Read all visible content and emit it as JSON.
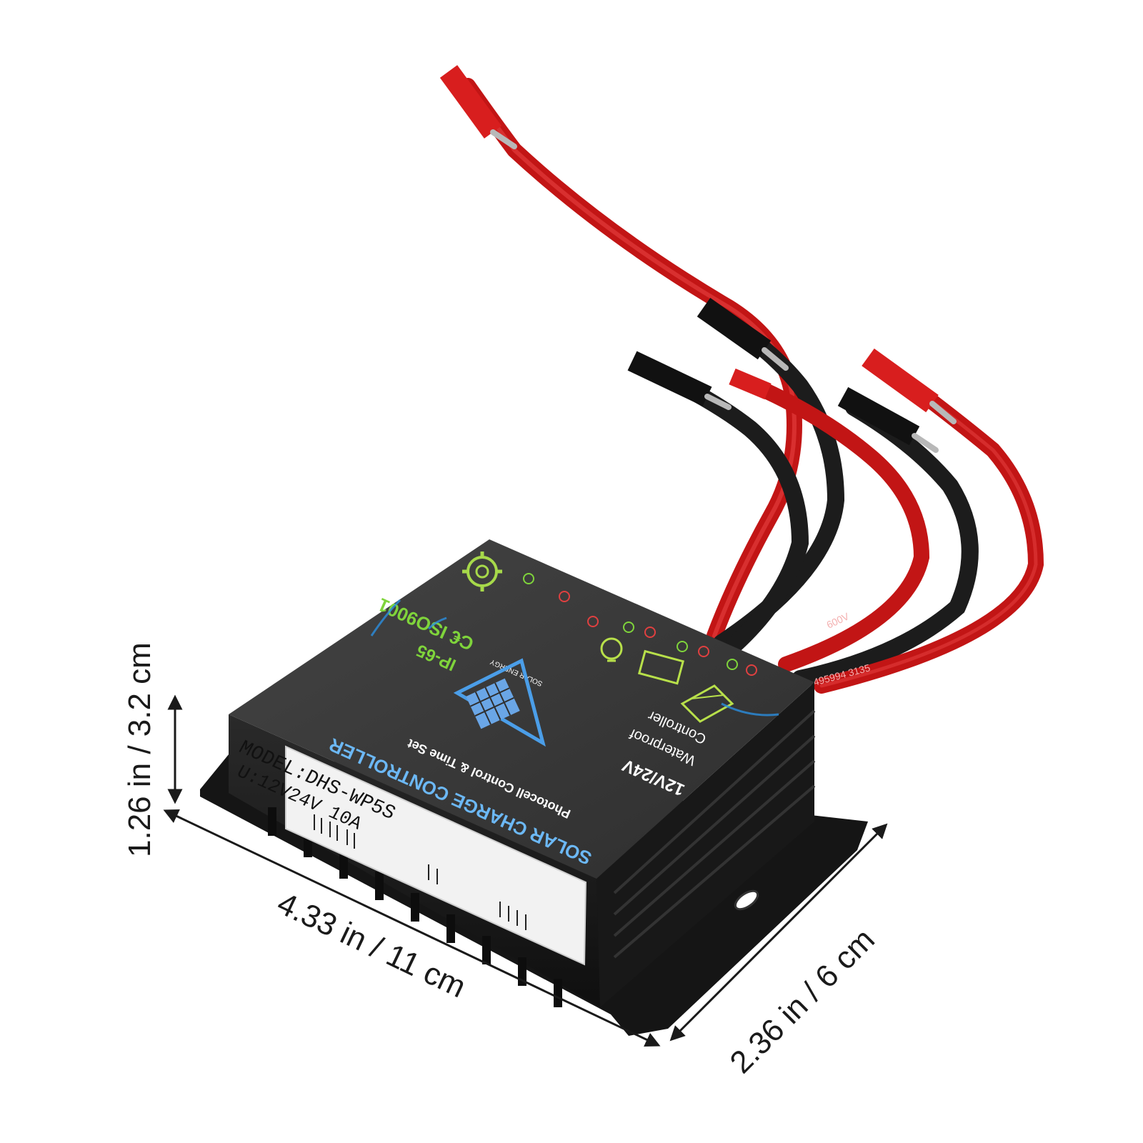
{
  "dimensions": {
    "height": "1.26 in / 3.2 cm",
    "length": "4.33 in / 11 cm",
    "width": "2.36 in / 6 cm"
  },
  "product": {
    "title": "SOLAR CHARGE CONTROLLER",
    "subtitle": "Photocell Control & Time Set",
    "voltage": "12V/24V",
    "waterproof": "Waterproof",
    "controller": "Controller",
    "rating": "IP-65",
    "cert": "C€ ISO9001",
    "logo_text": "SOLAR ENERGY"
  },
  "label": {
    "model": "MODEL:DHS-WP5S",
    "spec": "U:12V24V    10A"
  },
  "wire_print": {
    "a": "600V",
    "b": "495994  3135"
  },
  "colors": {
    "red_wire": "#d81e1e",
    "black_wire": "#1c1c1c",
    "housing": "#1b1b1b",
    "panel": "#3a3a3a",
    "accent_blue": "#2b8fe0",
    "accent_green": "#7fd43b"
  },
  "icons": [
    "gear-icon",
    "bulb-icon",
    "battery-icon",
    "solar-panel-icon"
  ]
}
